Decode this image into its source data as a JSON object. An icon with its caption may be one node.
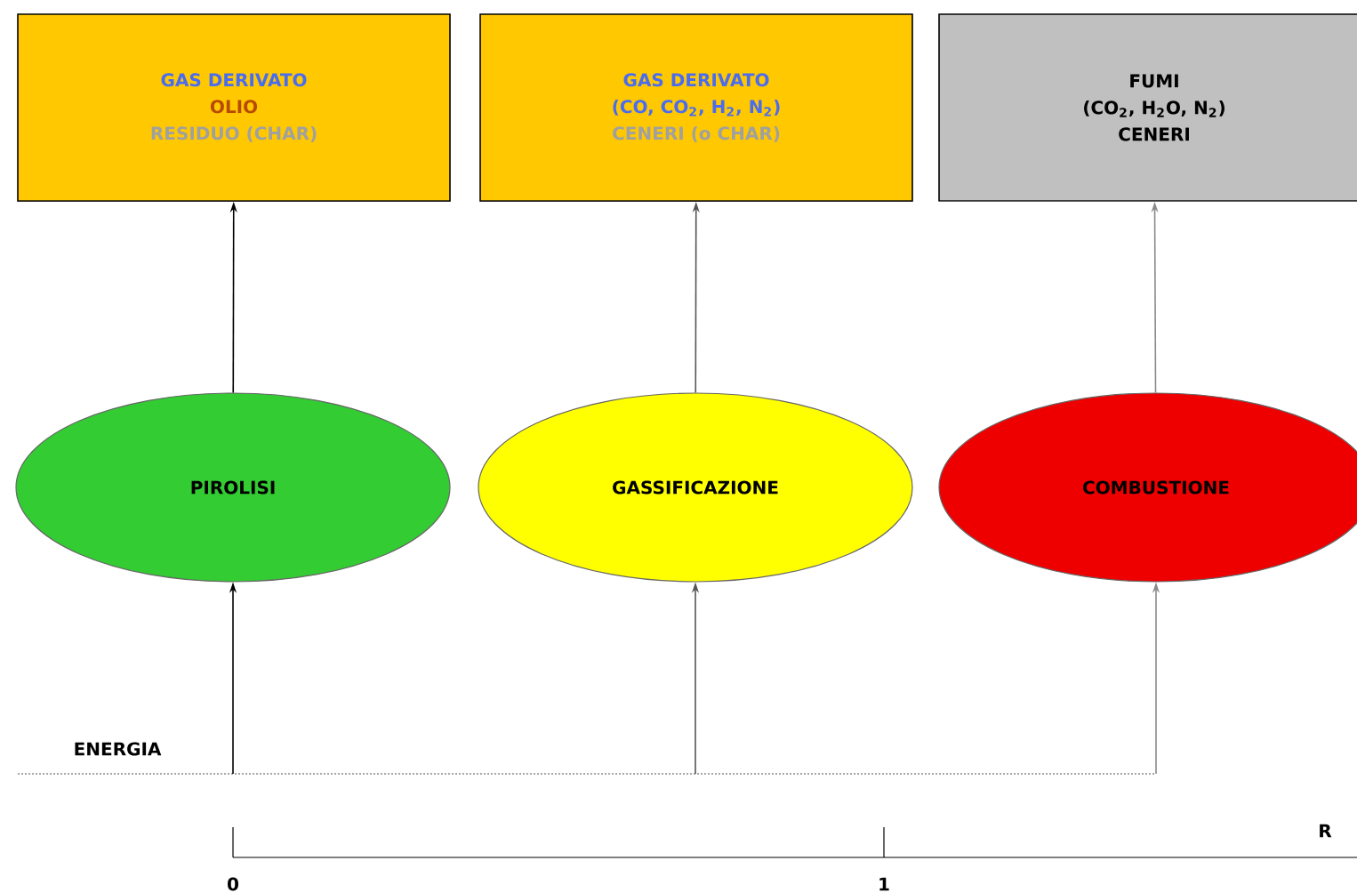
{
  "diagram": {
    "nodes": [
      {
        "text": [
          "GAS DERIVATO",
          "OLIO",
          "RESIDUO (CHAR)"
        ]
      },
      {
        "text": [
          "GAS DERIVATO",
          "(CO, CO$_{2}$, H$_{2}$, N$_{2}$)",
          "CENERI (o CHAR)"
        ]
      },
      {
        "text": [
          "FUMI",
          "(CO$_{2}$, H$_{2}$O, N$_{2}$)",
          "CENERI"
        ]
      },
      {
        "text": [
          "PIROLISI"
        ]
      },
      {
        "text": [
          "GASSIFICAZIONE"
        ]
      },
      {
        "text": [
          "COMBUSTIONE"
        ]
      }
    ],
    "edges": [
      {
        "from": 3,
        "to": 0,
        "arrow": "to"
      },
      {
        "from": 4,
        "to": 1,
        "arrow": "to",
        "color": "#555555"
      },
      {
        "from": 5,
        "to": 2,
        "arrow": "to",
        "color": "#8a8a8a"
      },
      {
        "from": null,
        "to": 3,
        "arrow": "to"
      },
      {
        "from": null,
        "to": 4,
        "arrow": "to",
        "color": "#555555"
      },
      {
        "from": null,
        "to": 5,
        "arrow": "to",
        "color": "#8a8a8a"
      }
    ],
    "labels": [
      "ENERGIA",
      "R",
      "0",
      "1"
    ]
  }
}
